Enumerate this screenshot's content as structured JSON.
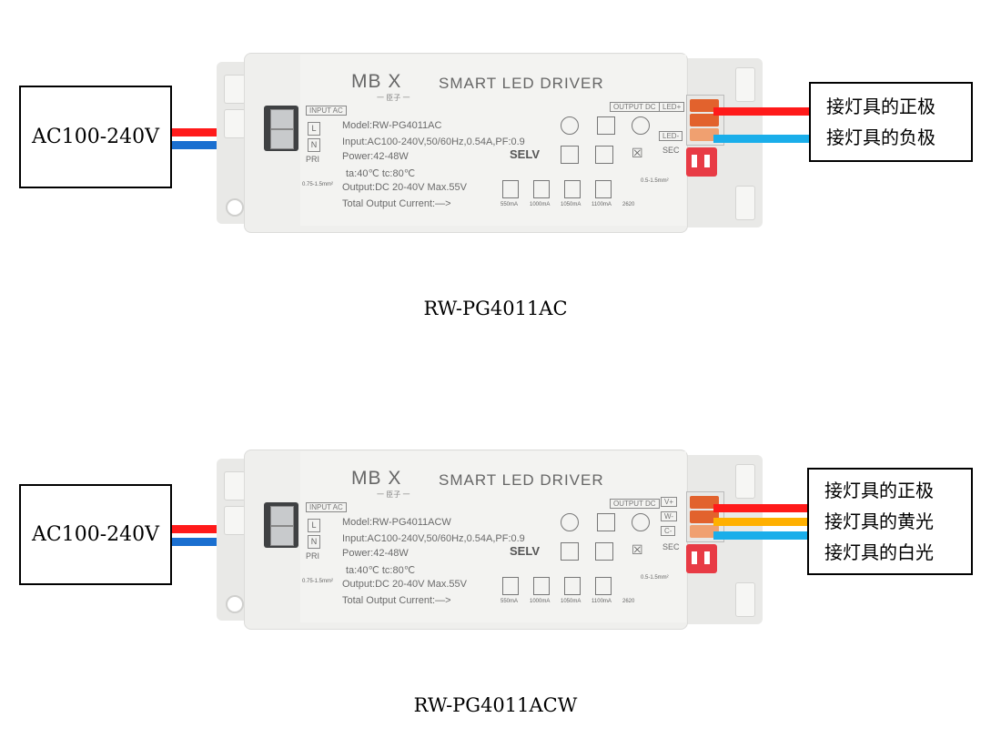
{
  "diagrams": [
    {
      "input_label": "AC100-240V",
      "caption": "RW-PG4011AC",
      "outputs": [
        {
          "text": "接灯具的正极",
          "wire_color": "#ff1a1a"
        },
        {
          "text": "接灯具的负极",
          "wire_color": "#1aaeea"
        }
      ],
      "driver": {
        "brand": "MB  X",
        "brand_sub": "一 臣子 一",
        "title": "SMART LED DRIVER",
        "input_tag": "INPUT AC",
        "output_tag": "OUTPUT DC",
        "terminals_in": [
          "L",
          "N"
        ],
        "pri": "PRI",
        "sec": "SEC",
        "terminals_out": [
          "LED+",
          "LED-"
        ],
        "model": "Model:RW-PG4011AC",
        "input": "Input:AC100-240V,50/60Hz,0.54A,PF:0.9",
        "power": "Power:42-48W",
        "temp": "ta:40℃ tc:80℃",
        "output": "Output:DC 20-40V  Max.55V",
        "total": "Total Output Current:—>",
        "selv": "SELV",
        "wiring_in": "0.75-1.5mm²",
        "wiring_out": "0.5-1.5mm²",
        "currents": [
          "550mA",
          "1000mA",
          "1050mA",
          "1100mA"
        ],
        "code": "2620"
      }
    },
    {
      "input_label": "AC100-240V",
      "caption": "RW-PG4011ACW",
      "outputs": [
        {
          "text": "接灯具的正极",
          "wire_color": "#ff1a1a"
        },
        {
          "text": "接灯具的黄光",
          "wire_color": "#ffb000"
        },
        {
          "text": "接灯具的白光",
          "wire_color": "#1aaeea"
        }
      ],
      "driver": {
        "brand": "MB  X",
        "brand_sub": "一 臣子 一",
        "title": "SMART LED DRIVER",
        "input_tag": "INPUT AC",
        "output_tag": "OUTPUT DC",
        "terminals_in": [
          "L",
          "N"
        ],
        "pri": "PRI",
        "sec": "SEC",
        "terminals_out": [
          "V+",
          "W-",
          "C-"
        ],
        "model": "Model:RW-PG4011ACW",
        "input": "Input:AC100-240V,50/60Hz,0.54A,PF:0.9",
        "power": "Power:42-48W",
        "temp": "ta:40℃ tc:80℃",
        "output": "Output:DC 20-40V  Max.55V",
        "total": "Total Output Current:—>",
        "selv": "SELV",
        "wiring_in": "0.75-1.5mm²",
        "wiring_out": "0.5-1.5mm²",
        "currents": [
          "550mA",
          "1000mA",
          "1050mA",
          "1100mA"
        ],
        "code": "2620"
      }
    }
  ],
  "colors": {
    "ac_live": "#ff1a1a",
    "ac_neutral": "#1a6fd0"
  }
}
